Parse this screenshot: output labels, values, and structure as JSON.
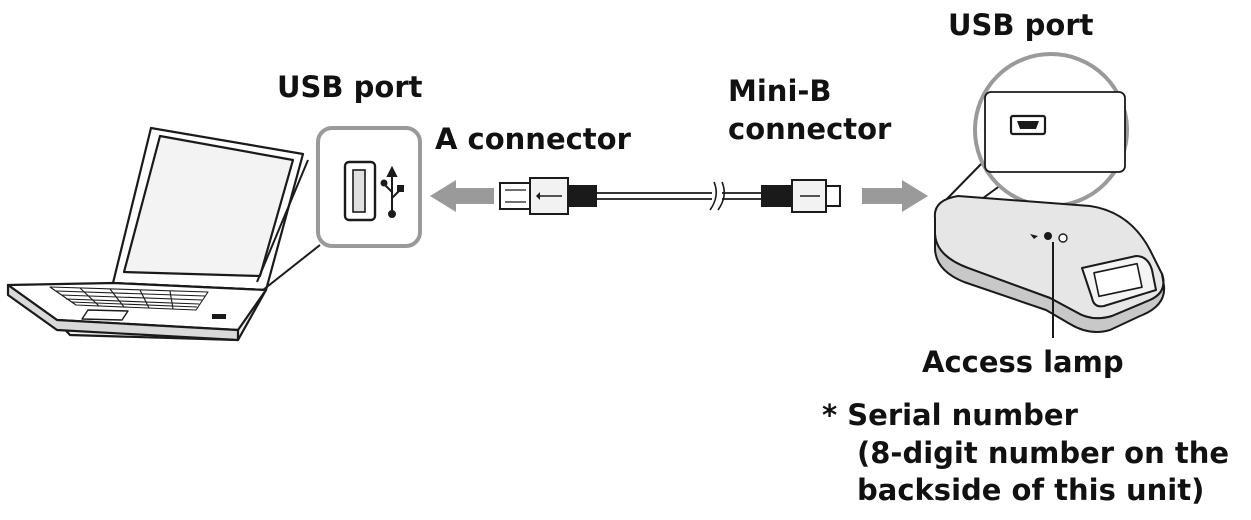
{
  "labels": {
    "usb_port_device": "USB port",
    "usb_port_laptop": "USB port",
    "a_connector": "A connector",
    "minib_line1": "Mini-B",
    "minib_line2": "connector",
    "access_lamp": "Access lamp",
    "serial_line1": "* Serial number",
    "serial_line2": "(8-digit number on the",
    "serial_line3": "backside of this unit)"
  },
  "icons": [
    "laptop-illustration",
    "usb-a-port-icon",
    "usb-symbol-icon",
    "usb-cable-illustration",
    "mini-b-port-icon",
    "fingerprint-reader-illustration",
    "arrow-left-icon",
    "arrow-right-icon"
  ],
  "colors": {
    "line": "#1a1a1a",
    "arrow": "#9a9a9a",
    "device_body": "#e6e6e6",
    "device_shade": "#c8c8c8"
  }
}
